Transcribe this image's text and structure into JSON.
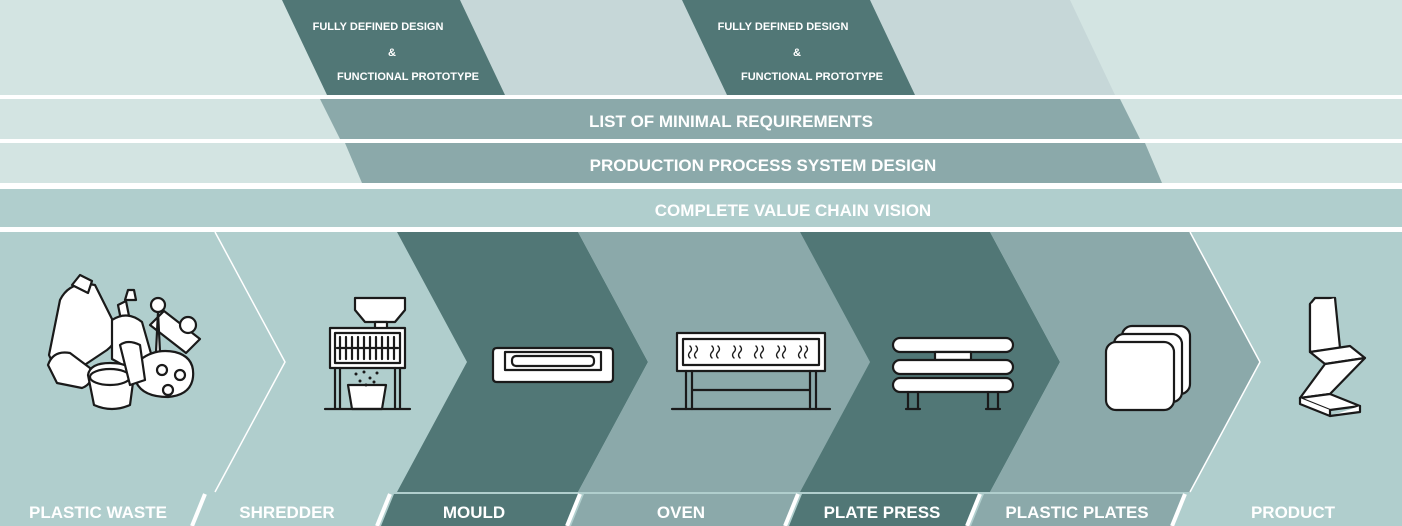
{
  "colors": {
    "pale": "#d3e4e2",
    "light": "#b0cecd",
    "mid": "#8ba9aa",
    "dark": "#517776",
    "grey": "#c6d7d8"
  },
  "milestones": [
    {
      "line1": "FULLY DEFINED DESIGN",
      "line2": "&",
      "line3": "FUNCTIONAL PROTOTYPE"
    },
    {
      "line1": "FULLY DEFINED DESIGN",
      "line2": "&",
      "line3": "FUNCTIONAL PROTOTYPE"
    }
  ],
  "bands": {
    "requirements": "LIST OF MINIMAL REQUIREMENTS",
    "system_design": "PRODUCTION PROCESS SYSTEM DESIGN",
    "vision": "COMPLETE VALUE CHAIN VISION"
  },
  "stages": [
    {
      "label": "PLASTIC WASTE",
      "icon": "plastic-waste-icon",
      "tone": "light"
    },
    {
      "label": "SHREDDER",
      "icon": "shredder-icon",
      "tone": "light"
    },
    {
      "label": "MOULD",
      "icon": "mould-icon",
      "tone": "dark"
    },
    {
      "label": "OVEN",
      "icon": "oven-icon",
      "tone": "mid"
    },
    {
      "label": "PLATE PRESS",
      "icon": "plate-press-icon",
      "tone": "dark"
    },
    {
      "label": "PLASTIC PLATES",
      "icon": "plastic-plates-icon",
      "tone": "mid"
    },
    {
      "label": "PRODUCT",
      "icon": "product-icon",
      "tone": "light"
    }
  ]
}
